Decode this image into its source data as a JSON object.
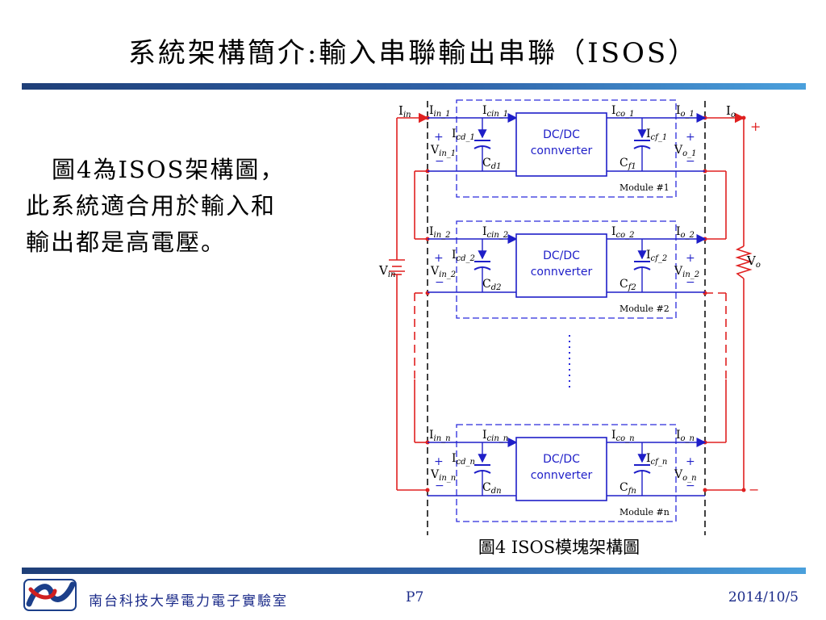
{
  "slide": {
    "title": "系統架構簡介:輸入串聯輸出串聯（ISOS）",
    "description": [
      "圖4為ISOS架構圖，",
      "此系統適合用於輸入和",
      "輸出都是高電壓。"
    ],
    "caption": "圖4  ISOS模塊架構圖"
  },
  "diagram": {
    "converter_label_line1": "DC/DC",
    "converter_label_line2": "connverter",
    "plus": "+",
    "minus": "−",
    "dots": "⋮",
    "i_in": "I",
    "i_in_sub": "in",
    "v_in": "V",
    "v_in_sub": "in",
    "i_o": "I",
    "i_o_sub": "o",
    "v_o": "V",
    "v_o_sub": "o",
    "modules": [
      {
        "iin": "in_1",
        "icin": "cin_1",
        "icd": "cd_1",
        "cd": "d1",
        "vin": "in_1",
        "ico": "co_1",
        "icf": "cf_1",
        "cf": "f1",
        "io": "o_1",
        "vo": "o_1",
        "label": "Module #1"
      },
      {
        "iin": "in_2",
        "icin": "cin_2",
        "icd": "cd_2",
        "cd": "d2",
        "vin": "in_2",
        "ico": "co_2",
        "icf": "cf_2",
        "cf": "f2",
        "io": "o_2",
        "vo": "in_2",
        "label": "Module #2"
      },
      {
        "iin": "in_n",
        "icin": "cin_n",
        "icd": "cd_n",
        "cd": "dn",
        "vin": "in_n",
        "ico": "co_n",
        "icf": "cf_n",
        "cf": "fn",
        "io": "o_n",
        "vo": "o_n",
        "label": "Module #n"
      }
    ],
    "colors": {
      "blue": "#1e1ec8",
      "red": "#e02020",
      "dashed_blue": "#2a2adc",
      "black": "#000000"
    }
  },
  "footer": {
    "org": "南台科技大學電力電子實驗室",
    "page": "P7",
    "date": "2014/10/5"
  },
  "icons": {
    "logo": "university-logo"
  }
}
